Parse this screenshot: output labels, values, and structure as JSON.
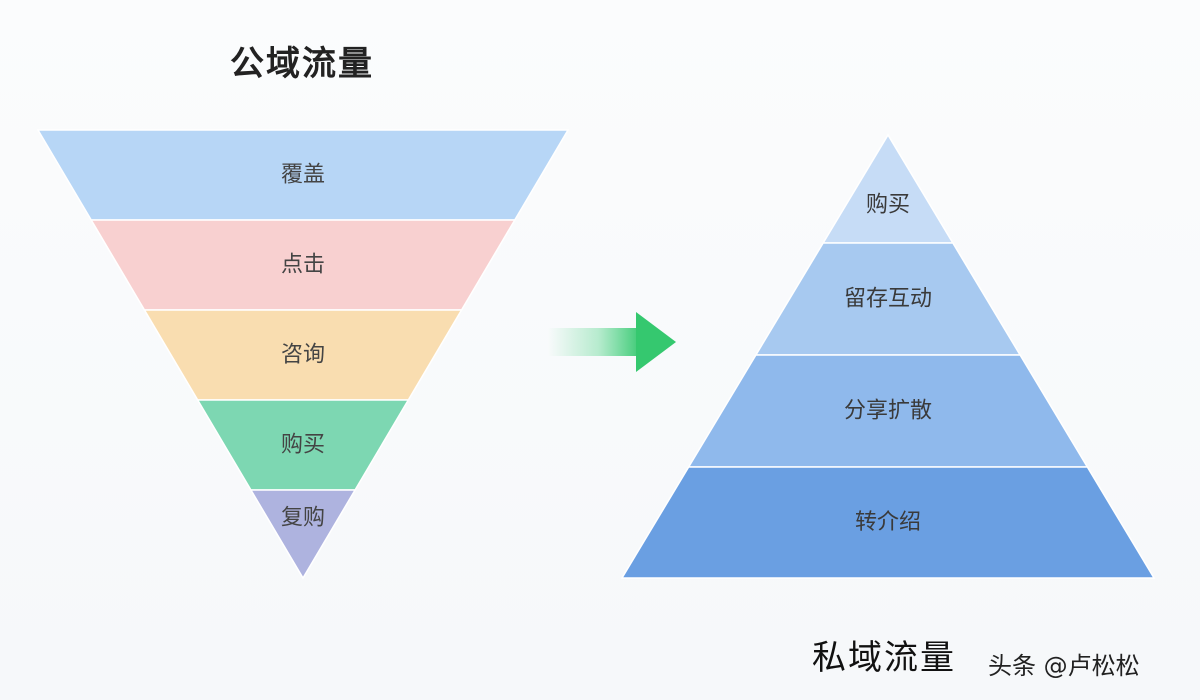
{
  "titles": {
    "left": "公域流量",
    "right": "私域流量"
  },
  "watermark": "头条 @卢松松",
  "funnel": {
    "layers": [
      {
        "label": "覆盖",
        "color": "#b7d6f6"
      },
      {
        "label": "点击",
        "color": "#f8d0d0"
      },
      {
        "label": "咨询",
        "color": "#f9ddb0"
      },
      {
        "label": "购买",
        "color": "#7dd7b2"
      },
      {
        "label": "复购",
        "color": "#aeb3df"
      }
    ]
  },
  "pyramid": {
    "layers": [
      {
        "label": "购买",
        "color": "#c6dcf6"
      },
      {
        "label": "留存互动",
        "color": "#a7c9f0"
      },
      {
        "label": "分享扩散",
        "color": "#8fb9ec"
      },
      {
        "label": "转介绍",
        "color": "#6a9fe2"
      }
    ]
  },
  "arrow": {
    "color": "#3ccf7a",
    "icon": "right-arrow-icon"
  }
}
